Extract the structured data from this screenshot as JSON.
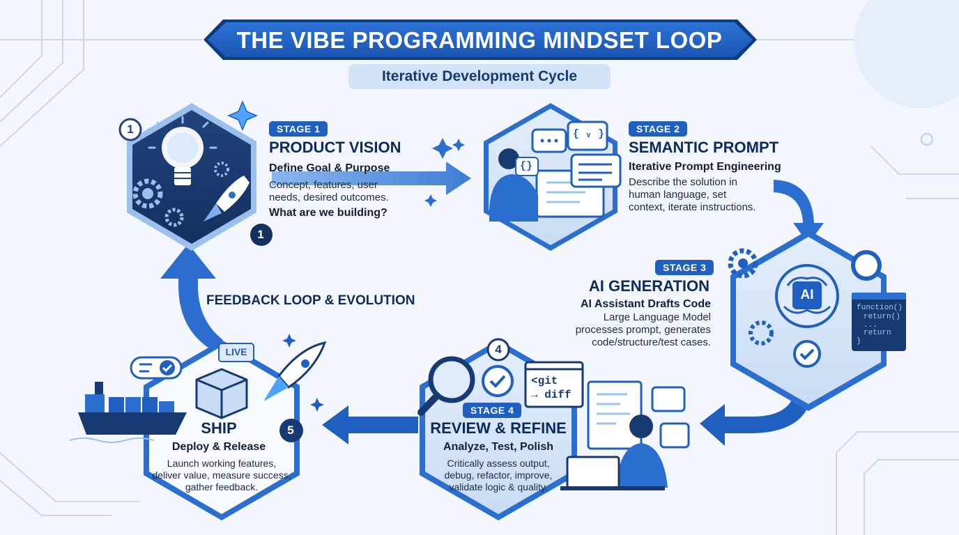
{
  "title": "THE VIBE PROGRAMMING MINDSET LOOP",
  "subtitle": "Iterative Development Cycle",
  "feedback_label": "FEEDBACK LOOP & EVOLUTION",
  "stages": {
    "vision": {
      "badge": "STAGE 1",
      "title": "PRODUCT VISION",
      "subtitle": "Define Goal & Purpose",
      "desc": [
        "Concept, features, user",
        "needs, desired outcomes."
      ],
      "question": "What are we building?",
      "number": "1"
    },
    "prompt": {
      "badge": "STAGE 2",
      "title": "SEMANTIC PROMPT",
      "subtitle": "Iterative Prompt Engineering",
      "desc": [
        "Describe the solution in",
        "human language, set",
        "context, iterate instructions."
      ],
      "code_badge": "{ ᵥ }",
      "code_braces": "{}"
    },
    "generation": {
      "badge": "STAGE 3",
      "title": "AI GENERATION",
      "subtitle": "AI Assistant Drafts Code",
      "desc": [
        "Large Language Model",
        "processes prompt, generates",
        "code/structure/test cases."
      ],
      "chip_label": "AI",
      "code_lines": [
        "function()",
        "return()",
        "...",
        "return",
        "}"
      ]
    },
    "review": {
      "badge": "STAGE 4",
      "title": "REVIEW & REFINE",
      "subtitle": "Analyze, Test, Polish",
      "desc": [
        "Critically assess output,",
        "debug, refactor, improve,",
        "validate logic & quality."
      ],
      "number": "4",
      "git_line1": "<git",
      "git_line2": "→ diff"
    },
    "ship": {
      "title": "SHIP",
      "subtitle": "Deploy & Release",
      "desc": [
        "Launch working features,",
        "deliver value, measure success,",
        "gather feedback."
      ],
      "number": "5",
      "live_label": "LIVE"
    }
  },
  "colors": {
    "primary": "#1f5fbf",
    "dark": "#0d2a5c",
    "light": "#cfe0f7",
    "background": "#f3f7fd"
  }
}
